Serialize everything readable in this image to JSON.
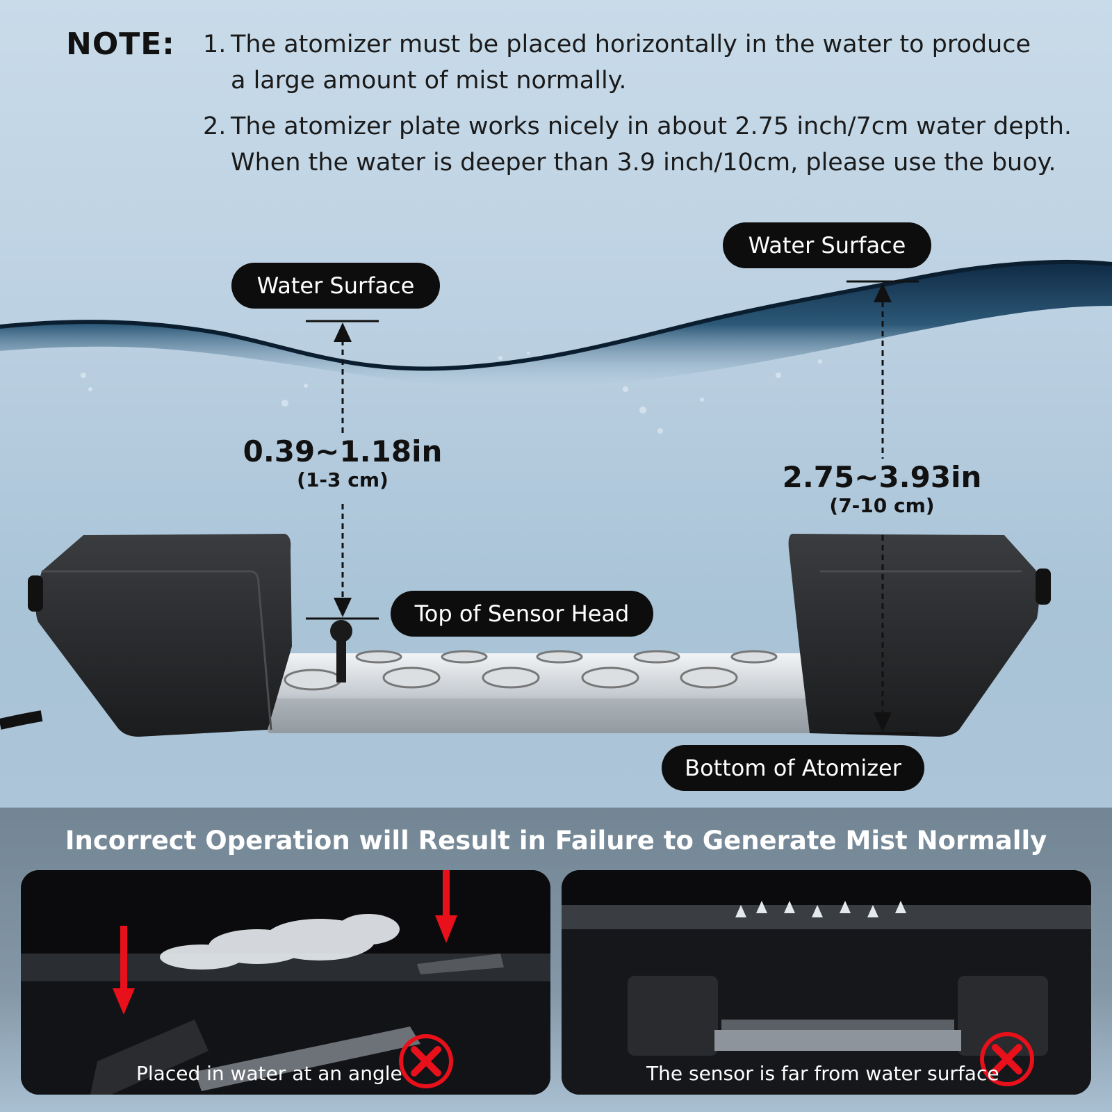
{
  "note": {
    "title": "NOTE:",
    "items": [
      {
        "number": "1.",
        "line1": "The atomizer must be placed horizontally in the water to produce",
        "line2": "a large amount of mist normally."
      },
      {
        "number": "2.",
        "line1": "The atomizer plate works nicely in about 2.75 inch/7cm water depth.",
        "line2": "When the water is deeper than 3.9 inch/10cm, please use the buoy."
      }
    ]
  },
  "labels": {
    "water_surface_left": "Water Surface",
    "water_surface_right": "Water Surface",
    "top_of_sensor_head": "Top of Sensor Head",
    "bottom_of_atomizer": "Bottom of Atomizer"
  },
  "measurements": {
    "left": {
      "value": "0.39~1.18in",
      "metric": "(1-3 cm)"
    },
    "right": {
      "value": "2.75~3.93in",
      "metric": "(7-10 cm)"
    }
  },
  "warning": {
    "title": "Incorrect Operation will Result in Failure to Generate Mist Normally",
    "panels": [
      {
        "caption": "Placed in water at an angle",
        "status_icon": "red-x-icon"
      },
      {
        "caption": "The sensor is far from water surface",
        "status_icon": "red-x-icon"
      }
    ]
  },
  "colors": {
    "pill_bg": "#0d0d0d",
    "warning_red": "#e8101a",
    "water_dark": "#1c3f5f"
  }
}
